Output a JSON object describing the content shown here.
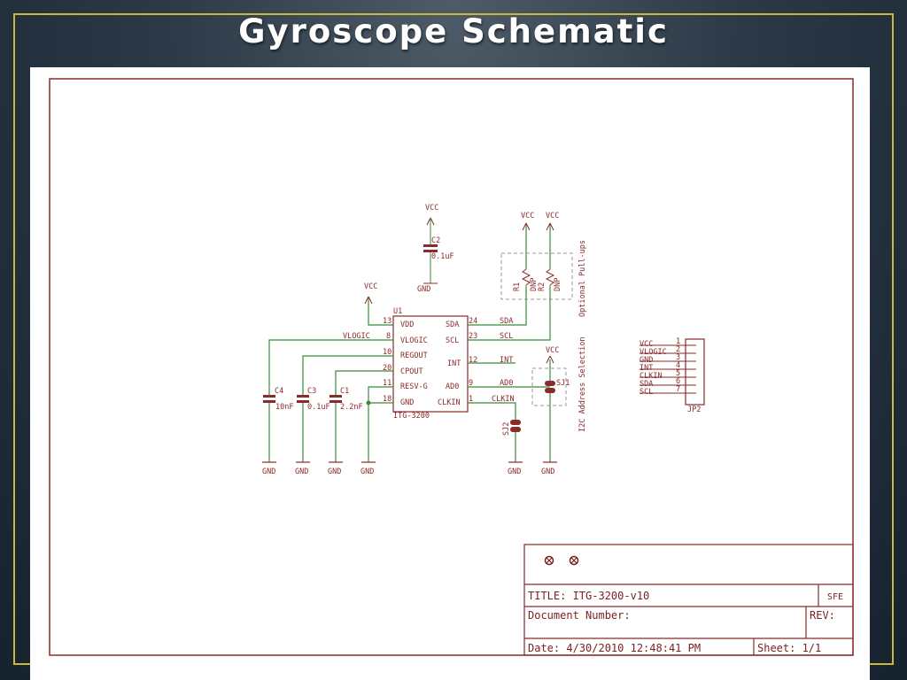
{
  "slide": {
    "title": "Gyroscope Schematic"
  },
  "schematic": {
    "power": {
      "vcc": "VCC",
      "gnd": "GND"
    },
    "ic": {
      "ref": "U1",
      "part": "ITG-3200",
      "left_pins": [
        {
          "num": "13",
          "name": "VDD"
        },
        {
          "num": "8",
          "name": "VLOGIC"
        },
        {
          "num": "10",
          "name": "REGOUT"
        },
        {
          "num": "20",
          "name": "CPOUT"
        },
        {
          "num": "11",
          "name": "RESV-G"
        },
        {
          "num": "18",
          "name": "GND"
        }
      ],
      "right_pins": [
        {
          "num": "24",
          "name": "SDA"
        },
        {
          "num": "23",
          "name": "SCL"
        },
        {
          "num": "12",
          "name": "INT"
        },
        {
          "num": "9",
          "name": "AD0"
        },
        {
          "num": "1",
          "name": "CLKIN"
        }
      ]
    },
    "nets": {
      "vlogic": "VLOGIC",
      "sda": "SDA",
      "scl": "SCL",
      "int": "INT",
      "ad0": "AD0",
      "clkin": "CLKIN"
    },
    "caps": [
      {
        "ref": "C2",
        "value": "0.1uF"
      },
      {
        "ref": "C4",
        "value": "10nF"
      },
      {
        "ref": "C3",
        "value": "0.1uF"
      },
      {
        "ref": "C1",
        "value": "2.2nF"
      }
    ],
    "resistors": [
      {
        "ref": "R1",
        "value": "DNP"
      },
      {
        "ref": "R2",
        "value": "DNP"
      }
    ],
    "jumpers": {
      "sj1": "SJ1",
      "sj2": "SJ2"
    },
    "annotations": {
      "pullups": "Optional Pull-ups",
      "address": "I2C Address Selection"
    },
    "header": {
      "ref": "JP2",
      "pins": [
        {
          "num": "1",
          "name": "VCC"
        },
        {
          "num": "2",
          "name": "VLOGIC"
        },
        {
          "num": "3",
          "name": "GND"
        },
        {
          "num": "4",
          "name": "INT"
        },
        {
          "num": "5",
          "name": "CLKIN"
        },
        {
          "num": "6",
          "name": "SDA"
        },
        {
          "num": "7",
          "name": "SCL"
        }
      ]
    }
  },
  "title_block": {
    "title": "TITLE: ITG-3200-v10",
    "company": "SFE",
    "doc_number": "Document Number:",
    "rev": "REV:",
    "date": "Date: 4/30/2010 12:48:41 PM",
    "sheet": "Sheet: 1/1"
  },
  "colors": {
    "frame": "#8a2a2a",
    "wire": "#3a8a3a",
    "accent": "#c9b93a"
  }
}
